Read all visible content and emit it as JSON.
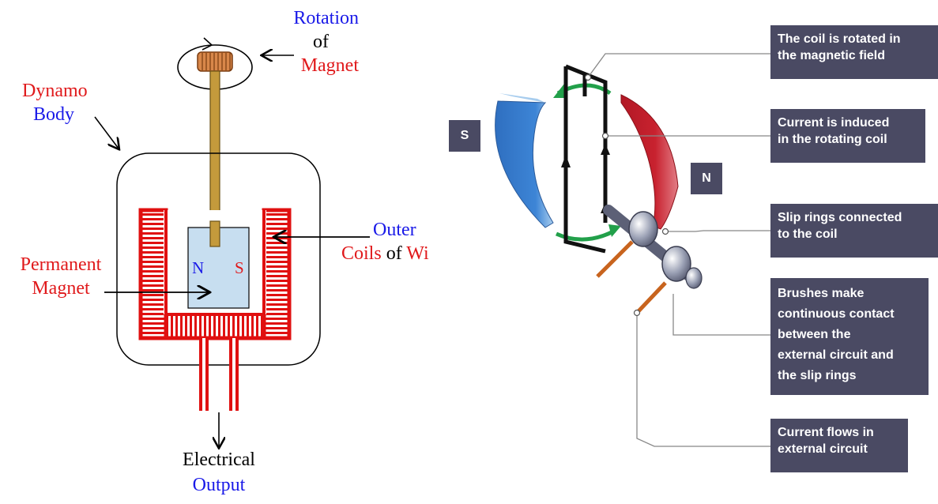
{
  "left_diagram": {
    "rotation_label": [
      "Rotation",
      "of",
      "Magnet"
    ],
    "body_label": [
      "Dynamo",
      "Body"
    ],
    "outer_coils_label": [
      "Outer",
      "Coils",
      "of",
      "Wi"
    ],
    "magnet_label": [
      "Permanent",
      "Magnet"
    ],
    "pole_n": "N",
    "pole_s": "S",
    "output_label": [
      "Electrical",
      "Output"
    ]
  },
  "right_diagram": {
    "pole_s": "S",
    "pole_n": "N",
    "callouts": [
      [
        "The coil is rotated in",
        "the magnetic field"
      ],
      [
        "Current is induced",
        "in the rotating coil"
      ],
      [
        "Slip rings connected",
        "to the coil"
      ],
      [
        "Brushes make",
        "continuous contact",
        "between the",
        "external circuit and",
        "the slip rings"
      ],
      [
        "Current flows in",
        "external circuit"
      ]
    ]
  },
  "colors": {
    "red": "#e0191b",
    "blue": "#1a1ae8",
    "callout_bg": "#4a4a63",
    "magnet_fill": "#c7def0",
    "rod": "#c49a3c",
    "coil_red": "#e01010",
    "green_arrow": "#22a04a",
    "brush_orange": "#c8641e"
  }
}
